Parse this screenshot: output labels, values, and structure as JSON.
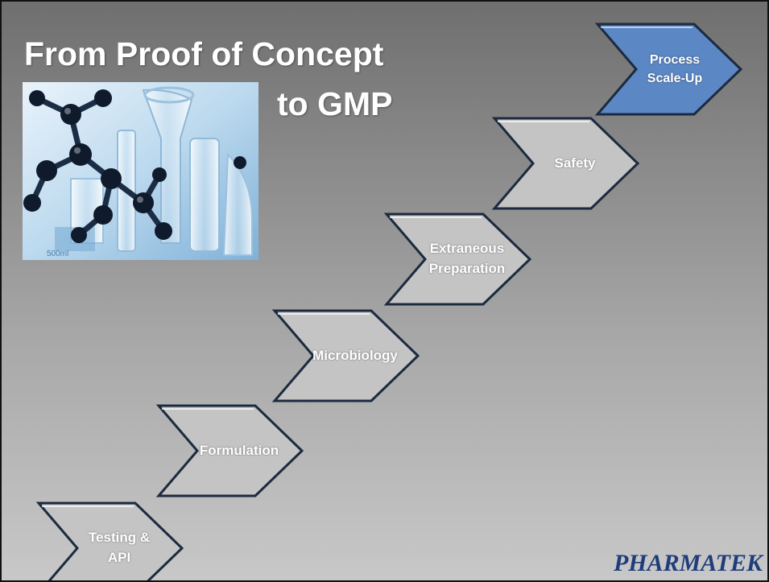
{
  "slide": {
    "title_line1": "From Proof of Concept",
    "title_line2": "to GMP",
    "steps": [
      {
        "label": "Testing &\nAPI",
        "color": "#c4c4c4"
      },
      {
        "label": "Formulation",
        "color": "#c4c4c4"
      },
      {
        "label": "Microbiology",
        "color": "#c4c4c4"
      },
      {
        "label": "Extraneous\nPreparation",
        "color": "#c4c4c4"
      },
      {
        "label": "Safety",
        "color": "#c4c4c4"
      },
      {
        "label": "Process\nScale-Up",
        "color": "#5b87c4"
      }
    ],
    "logo": "PHARMATEK",
    "colors": {
      "accent": "#5b87c4",
      "chevron": "#c4c4c4",
      "outline": "#1c2a3f",
      "logo": "#1f3d7a"
    }
  }
}
